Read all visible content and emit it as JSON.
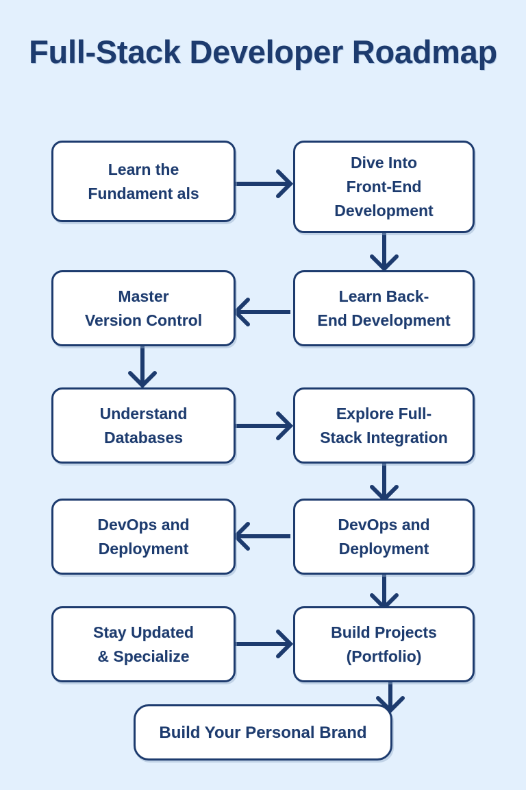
{
  "title": "Full-Stack Developer\nRoadmap",
  "colors": {
    "background": "#e3f0fd",
    "node_fill": "#ffffff",
    "stroke": "#1d3b6e",
    "text": "#1d3b6e"
  },
  "chart_data": {
    "type": "diagram",
    "title": "Full-Stack Developer Roadmap",
    "layout": "two-column serpentine flowchart",
    "nodes": [
      {
        "id": "n1",
        "label": "Learn the\nFundament als",
        "column": "left",
        "row": 1
      },
      {
        "id": "n2",
        "label": "Dive Into\nFront-End\nDevelopment",
        "column": "right",
        "row": 1
      },
      {
        "id": "n3",
        "label": "Master\nVersion Control",
        "column": "left",
        "row": 2
      },
      {
        "id": "n4",
        "label": "Learn Back-\nEnd Development",
        "column": "right",
        "row": 2
      },
      {
        "id": "n5",
        "label": "Understand\nDatabases",
        "column": "left",
        "row": 3
      },
      {
        "id": "n6",
        "label": "Explore Full-\nStack Integration",
        "column": "right",
        "row": 3
      },
      {
        "id": "n7",
        "label": "DevOps and\nDeployment",
        "column": "left",
        "row": 4
      },
      {
        "id": "n8",
        "label": "DevOps and\nDeployment",
        "column": "right",
        "row": 4
      },
      {
        "id": "n9",
        "label": "Stay Updated\n& Specialize",
        "column": "left",
        "row": 5
      },
      {
        "id": "n10",
        "label": "Build Projects\n(Portfolio)",
        "column": "right",
        "row": 5
      },
      {
        "id": "n11",
        "label": "Build Your Personal Brand",
        "column": "center",
        "row": 6
      }
    ],
    "edges": [
      {
        "from": "n1",
        "to": "n2",
        "direction": "right"
      },
      {
        "from": "n2",
        "to": "n4",
        "direction": "down"
      },
      {
        "from": "n4",
        "to": "n3",
        "direction": "left"
      },
      {
        "from": "n3",
        "to": "n5",
        "direction": "down"
      },
      {
        "from": "n5",
        "to": "n6",
        "direction": "right"
      },
      {
        "from": "n6",
        "to": "n8",
        "direction": "down"
      },
      {
        "from": "n8",
        "to": "n7",
        "direction": "left"
      },
      {
        "from": "n7",
        "to": "n9",
        "direction": "down"
      },
      {
        "from": "n9",
        "to": "n10",
        "direction": "right"
      },
      {
        "from": "n10",
        "to": "n11",
        "direction": "down"
      }
    ]
  }
}
